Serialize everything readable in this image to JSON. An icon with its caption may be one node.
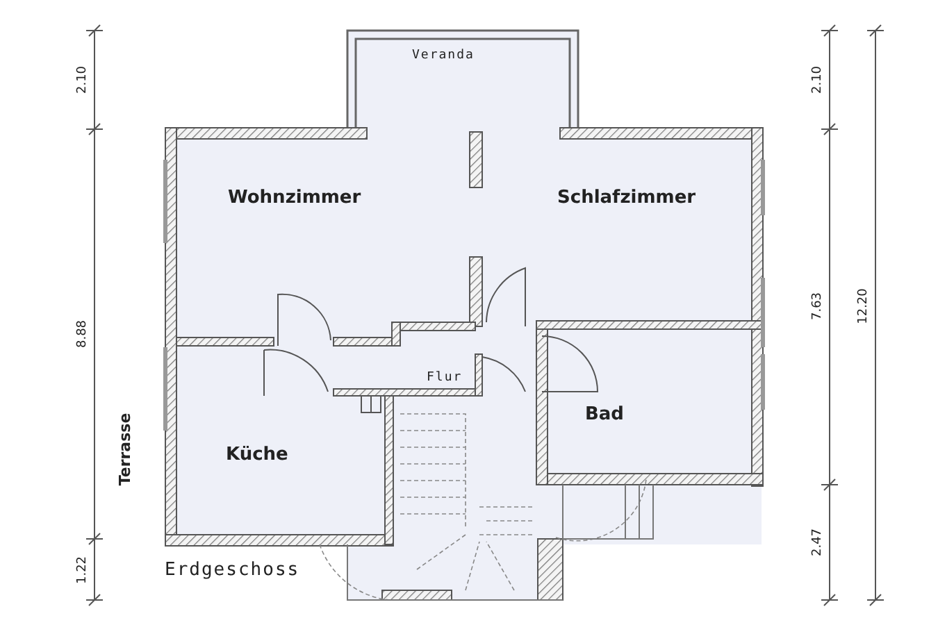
{
  "diagram": {
    "labels": [
      "2.10",
      "Veranda",
      "2.10",
      "Wohnzimmer",
      "Schlafzimmer",
      "8.88",
      "7.63",
      "12.20",
      "Flur",
      "Bad",
      "Terrasse",
      "Küche",
      "2.47",
      "1.22",
      "Erdgeschoss"
    ]
  }
}
